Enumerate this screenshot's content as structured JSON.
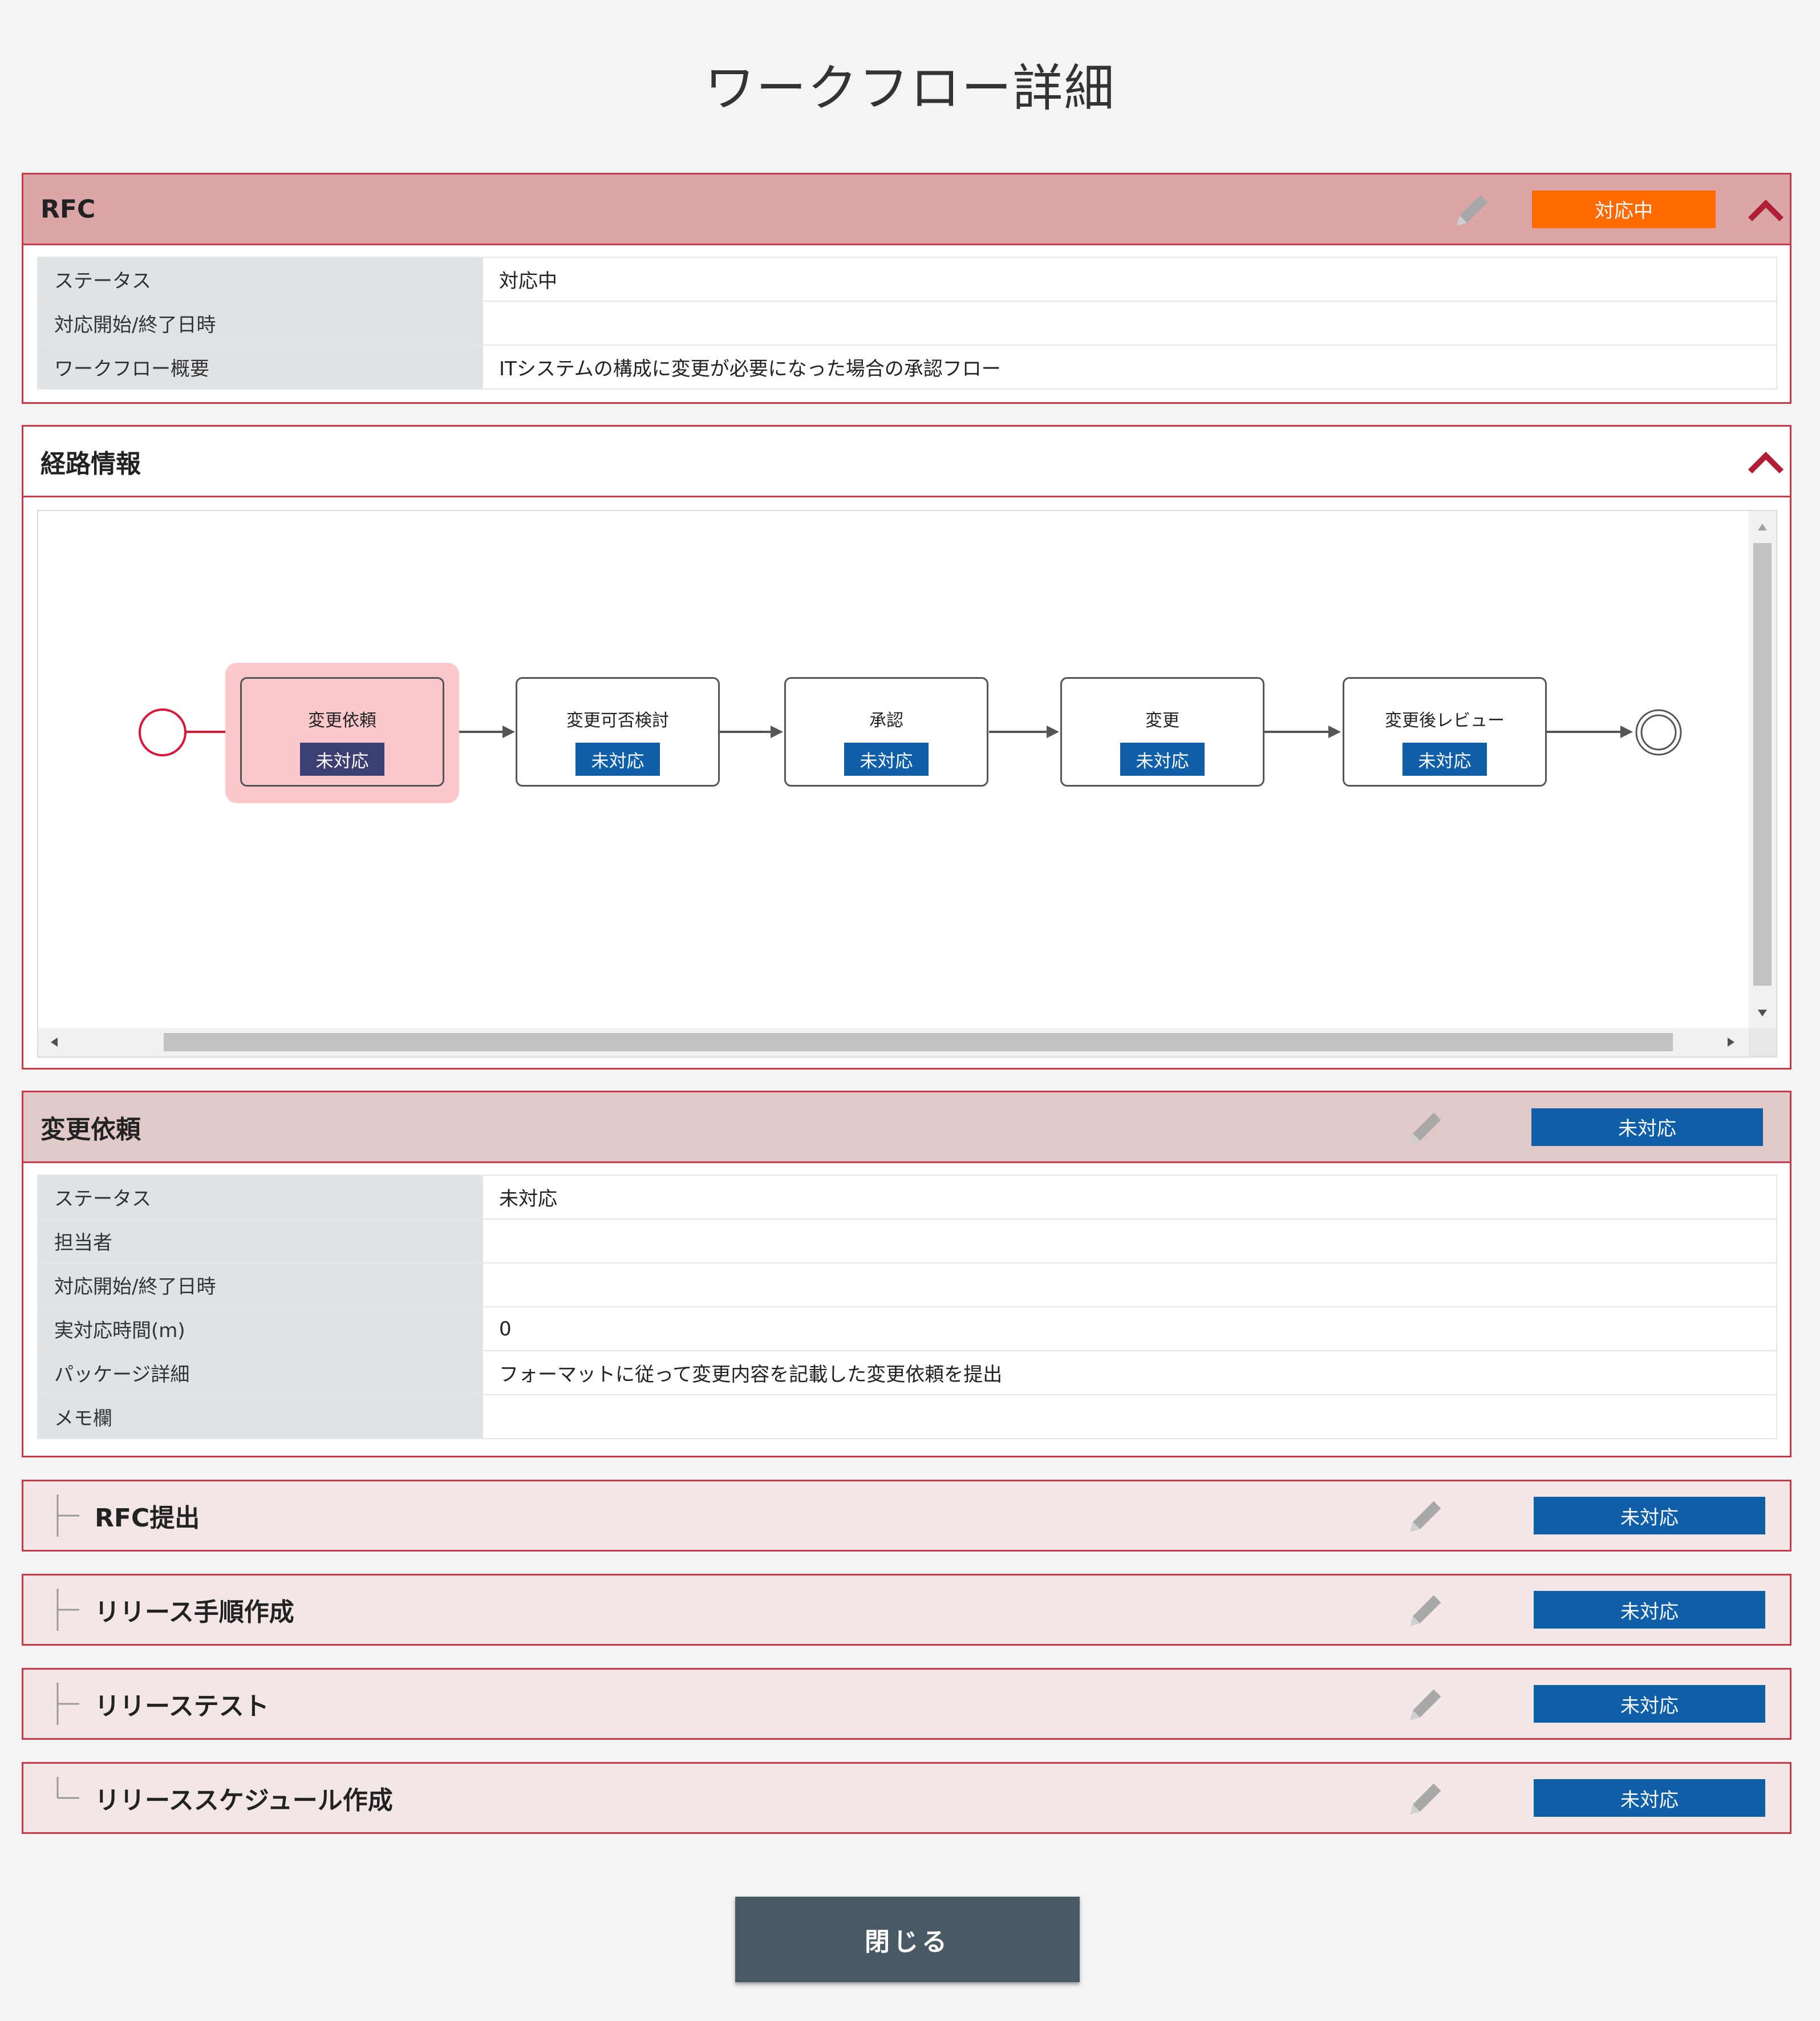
{
  "page": {
    "title": "ワークフロー詳細"
  },
  "rfc": {
    "title": "RFC",
    "status_badge": "対応中",
    "rows": [
      {
        "label": "ステータス",
        "value": "対応中"
      },
      {
        "label": "対応開始/終了日時",
        "value": ""
      },
      {
        "label": "ワークフロー概要",
        "value": "ITシステムの構成に変更が必要になった場合の承認フロー"
      }
    ]
  },
  "route": {
    "title": "経路情報",
    "nodes": [
      {
        "label": "変更依頼",
        "status": "未対応",
        "active": true
      },
      {
        "label": "変更可否検討",
        "status": "未対応"
      },
      {
        "label": "承認",
        "status": "未対応"
      },
      {
        "label": "変更",
        "status": "未対応"
      },
      {
        "label": "変更後レビュー",
        "status": "未対応"
      }
    ]
  },
  "task": {
    "title": "変更依頼",
    "status_badge": "未対応",
    "rows": [
      {
        "label": "ステータス",
        "value": "未対応"
      },
      {
        "label": "担当者",
        "value": ""
      },
      {
        "label": "対応開始/終了日時",
        "value": ""
      },
      {
        "label": "実対応時間(m)",
        "value": "0"
      },
      {
        "label": "パッケージ詳細",
        "value": "フォーマットに従って変更内容を記載した変更依頼を提出"
      },
      {
        "label": "メモ欄",
        "value": ""
      }
    ]
  },
  "subtasks": [
    {
      "title": "RFC提出",
      "status": "未対応"
    },
    {
      "title": "リリース手順作成",
      "status": "未対応"
    },
    {
      "title": "リリーステスト",
      "status": "未対応"
    },
    {
      "title": "リリーススケジュール作成",
      "status": "未対応"
    }
  ],
  "close_button": "閉じる",
  "colors": {
    "accent": "#c73a4c",
    "in_progress": "#ff6a00",
    "not_started": "#0f5fa8",
    "close_button": "#4a5a64"
  },
  "icons": [
    "edit-pencil-icon",
    "collapse-chevron-up-icon",
    "tree-branch-icon",
    "start-event-icon",
    "end-event-icon"
  ]
}
